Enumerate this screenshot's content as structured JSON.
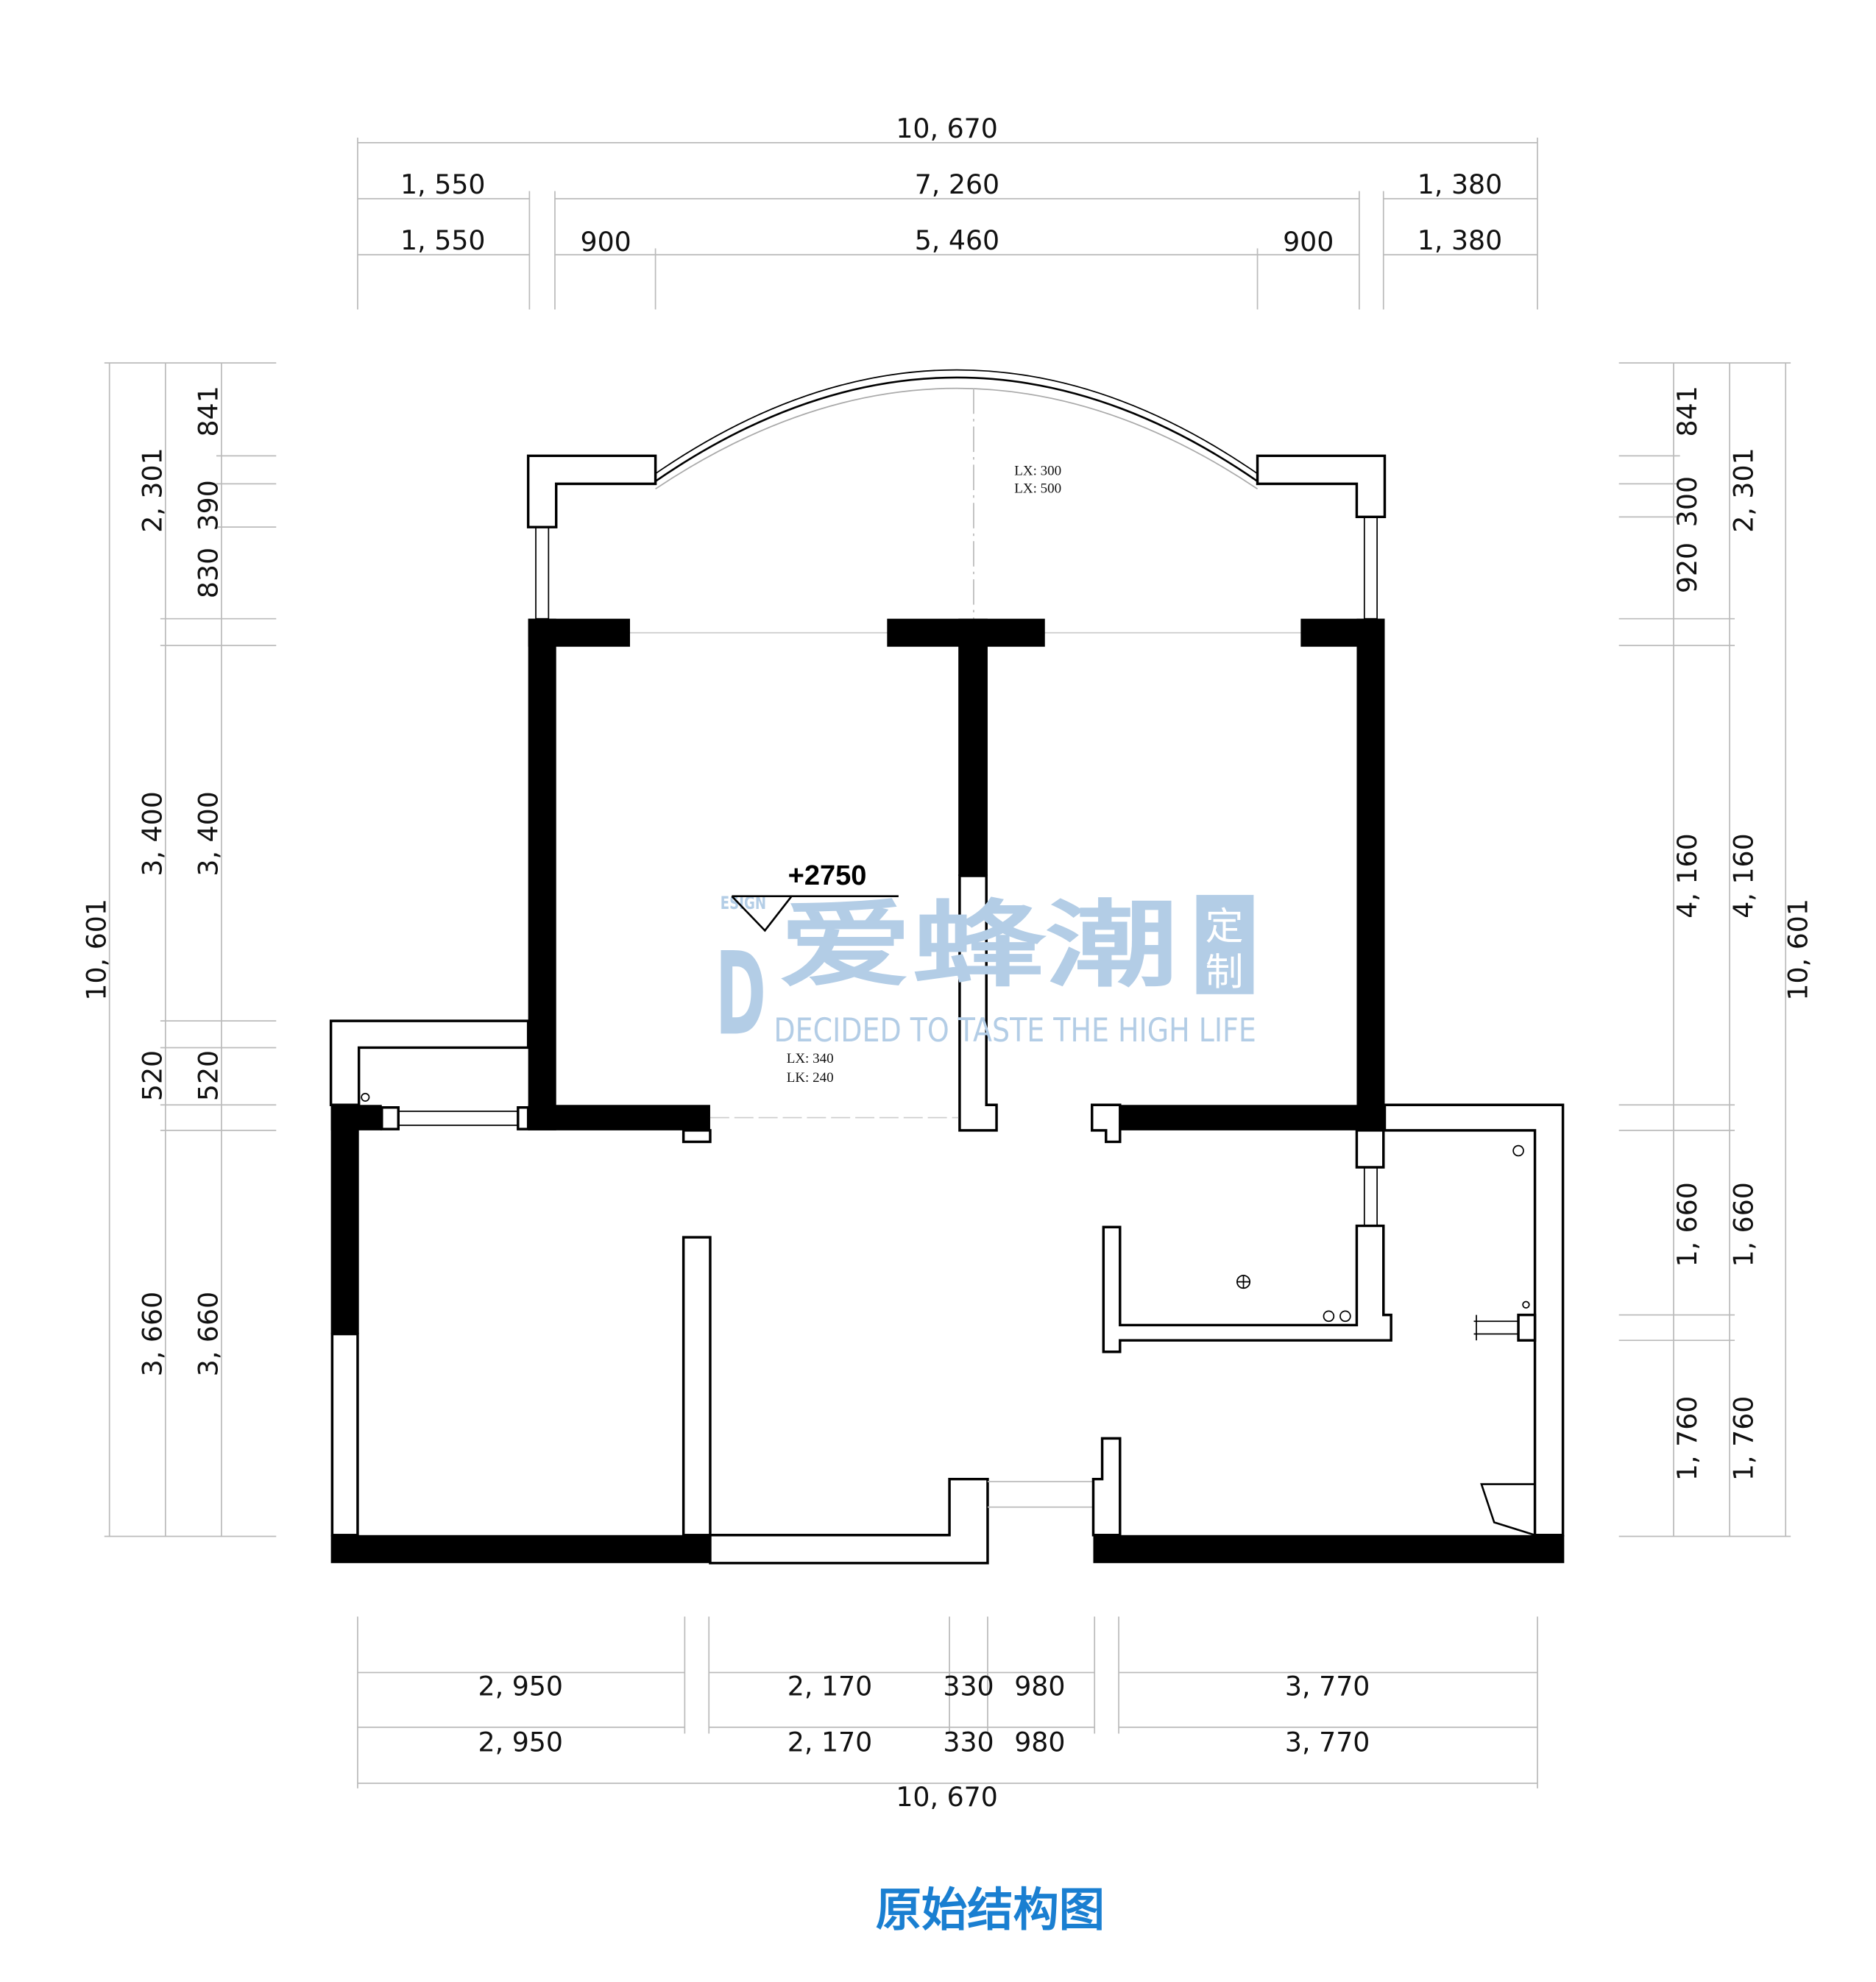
{
  "title": "原始结构图",
  "colors": {
    "title": "#1a7fd1",
    "watermark": "#b3cde6",
    "wall": "#000000"
  },
  "dimensions": {
    "top": {
      "total": "10, 670",
      "row1": [
        "1, 550",
        "7, 260",
        "1, 380"
      ],
      "row2": [
        "1, 550",
        "900",
        "5, 460",
        "900",
        "1, 380"
      ]
    },
    "bottom": {
      "row1": [
        "2, 950",
        "2, 170",
        "330",
        "980",
        "3, 770"
      ],
      "row2": [
        "2, 950",
        "2, 170",
        "330",
        "980",
        "3, 770"
      ],
      "total": "10, 670"
    },
    "left": {
      "total": "10, 601",
      "outer": [
        "2, 301",
        "3, 400",
        "520",
        "3, 660"
      ],
      "inner": [
        "841",
        "390",
        "830",
        "3, 400",
        "520",
        "3, 660"
      ]
    },
    "right": {
      "total": "10, 601",
      "outer": [
        "2, 301",
        "4, 160",
        "1, 660",
        "1, 760"
      ],
      "inner": [
        "841",
        "300",
        "920",
        "4, 160",
        "1, 660",
        "1, 760"
      ]
    }
  },
  "annotations": {
    "elevation": "+2750",
    "balcony_lx1": "LX: 300",
    "balcony_lx2": "LX: 500",
    "room_lx": "LX: 340",
    "room_lk": "LK: 240"
  },
  "watermark": {
    "logo_letter": "D",
    "logo_small": "ESIGN",
    "brand": "爱蜂潮",
    "badge": [
      "定",
      "制"
    ],
    "slogan": "DECIDED TO TASTE THE HIGH LIFE"
  }
}
